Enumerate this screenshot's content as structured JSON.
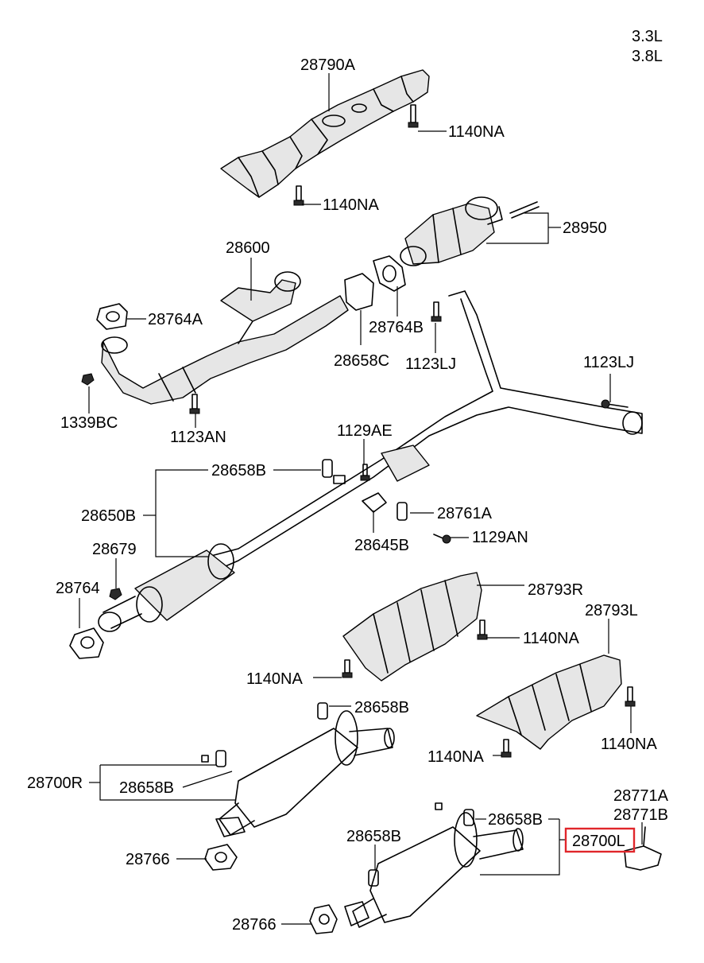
{
  "engine_variants": [
    "3.3L",
    "3.8L"
  ],
  "colors": {
    "highlight": "#e0262b",
    "ink": "#000000",
    "shade": "#e6e6e6"
  },
  "highlighted_part": "28700L",
  "labels": {
    "p28790A": "28790A",
    "p1140NA_top_right": "1140NA",
    "p1140NA_top_left": "1140NA",
    "p28950": "28950",
    "p28600": "28600",
    "p28764A": "28764A",
    "p28764B": "28764B",
    "p28658C": "28658C",
    "p1123LJ_mid": "1123LJ",
    "p1123LJ_right": "1123LJ",
    "p1339BC": "1339BC",
    "p1123AN": "1123AN",
    "p1129AE": "1129AE",
    "p28658B_upper": "28658B",
    "p28650B": "28650B",
    "p28761A": "28761A",
    "p28679": "28679",
    "p28645B": "28645B",
    "p1129AN": "1129AN",
    "p28764": "28764",
    "p28793R": "28793R",
    "p1140NA_shield_r": "1140NA",
    "p28793L": "28793L",
    "p1140NA_shield_r_left": "1140NA",
    "p1140NA_shield_l_right": "1140NA",
    "p1140NA_shield_l_left": "1140NA",
    "p28658B_muffler_r_top": "28658B",
    "p28700R": "28700R",
    "p28658B_muffler_r": "28658B",
    "p28766_upper": "28766",
    "p28771A": "28771A",
    "p28771B": "28771B",
    "p28658B_muffler_l_right": "28658B",
    "p28658B_muffler_l": "28658B",
    "p28700L": "28700L",
    "p28766_lower": "28766"
  }
}
